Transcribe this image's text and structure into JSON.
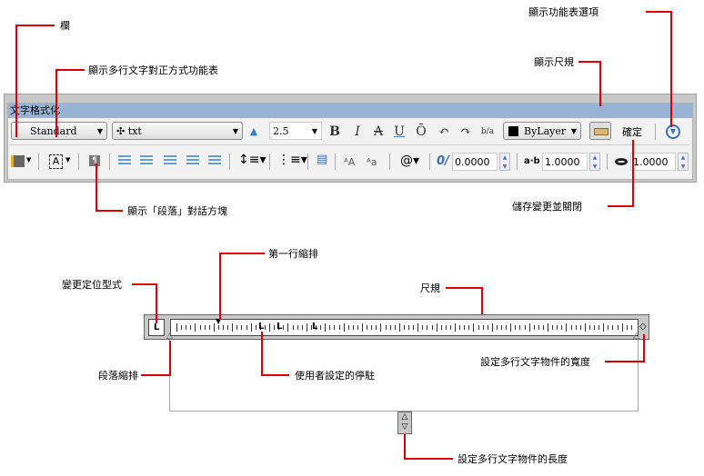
{
  "callouts": {
    "column": "欄",
    "justify_menu": "顯示多行文字對正方式功能表",
    "paragraph_dialog": "顯示「段落」對話方塊",
    "options_menu": "顯示功能表選項",
    "show_ruler": "顯示尺規",
    "save_close": "儲存變更並關閉",
    "first_indent": "第一行縮排",
    "tab_type": "變更定位型式",
    "ruler": "尺規",
    "para_indent": "段落縮排",
    "user_tab": "使用者設定的停駐",
    "width": "設定多行文字物件的寬度",
    "height": "設定多行文字物件的長度"
  },
  "toolbar": {
    "title": "文字格式化",
    "style": "Standard",
    "font": "txt",
    "height": "2.5",
    "bold": "B",
    "italic": "I",
    "strike": "A",
    "underline": "U",
    "overline": "Ō",
    "undo": "↶",
    "redo": "↷",
    "stack": "b/a",
    "color": "ByLayer",
    "ok": "確定",
    "oblique": "0.0000",
    "tracking": "1.0000",
    "width_factor": "1.0000",
    "symbol": "@"
  },
  "colors": {
    "accent": "#e00000",
    "titlebar": "#98b3d4"
  }
}
